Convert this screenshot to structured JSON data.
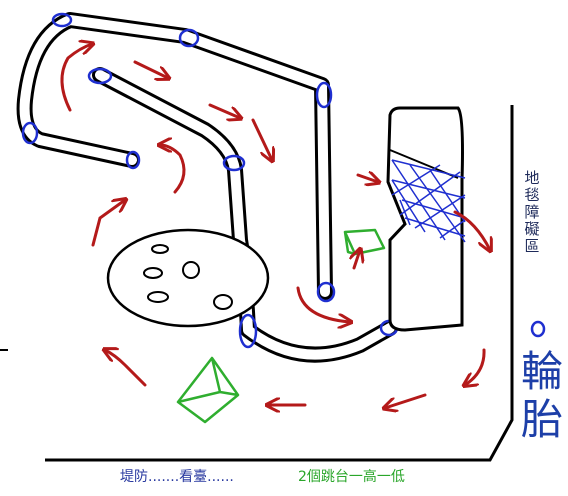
{
  "labels": {
    "obstacle_zone": "地毯障礙區",
    "tire": "輪胎",
    "levee_stands": "堤防.......看臺......",
    "ramps": "2個跳台一高一低"
  },
  "colors": {
    "track_outline": "#000000",
    "direction_arrows": "#b41a1a",
    "joints": "#1f2fd0",
    "net": "#1f2fd0",
    "ramps": "#2fae2f"
  },
  "icons": {
    "direction": "red-hand-drawn-arrow",
    "joint": "blue-oval-marker",
    "ramp": "green-wedge-shape"
  }
}
